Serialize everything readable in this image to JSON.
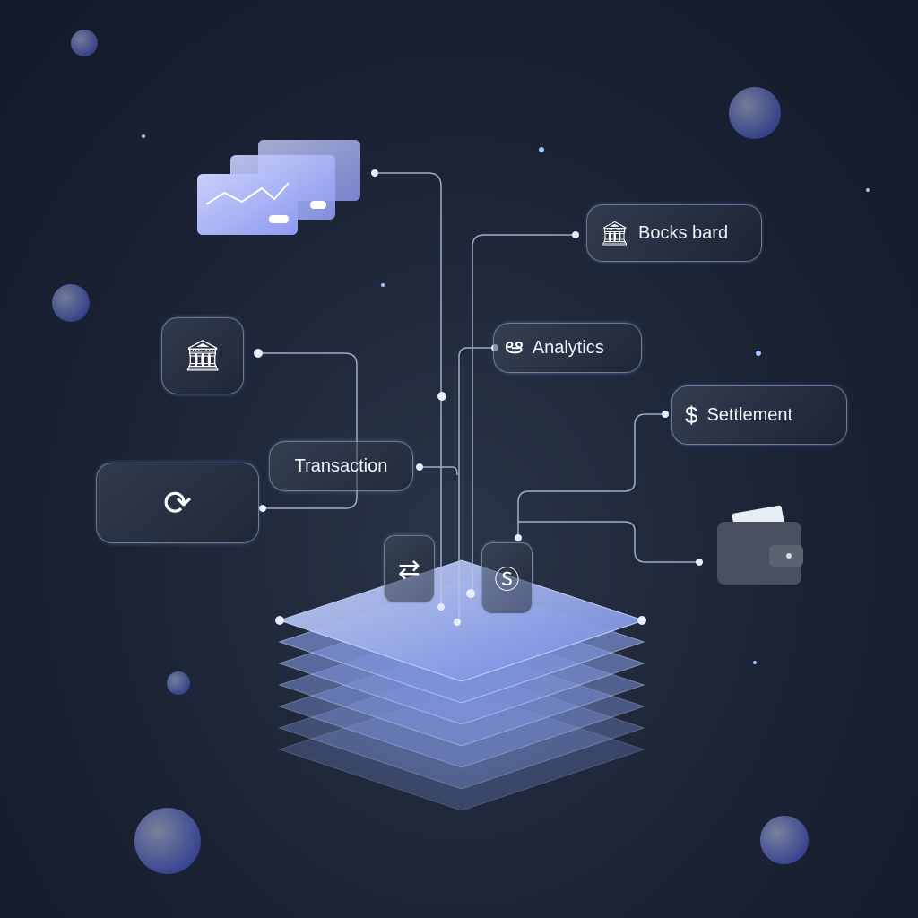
{
  "nodes": {
    "bank_bard": {
      "label": "Bocks bard",
      "icon": "bank-icon"
    },
    "analytics": {
      "label": "Analytics",
      "icon": "analytics-icon"
    },
    "settlement": {
      "label": "Settlement",
      "icon": "dollar-transfer-icon"
    },
    "transaction": {
      "label": "Transaction"
    },
    "bank_tile": {
      "icon": "bank-icon"
    },
    "sync_tile": {
      "icon": "sync-icon"
    },
    "exchange_tile": {
      "icon": "exchange-icon"
    },
    "coin_tile": {
      "icon": "dollar-coin-icon"
    },
    "cards": {
      "icon": "credit-card-chart-icon"
    },
    "wallet": {
      "icon": "wallet-icon"
    }
  },
  "colors": {
    "background": "#1a2234",
    "layer": "#8fa6e8",
    "line": "#b8c6de",
    "accent": "#9aa8f0"
  }
}
